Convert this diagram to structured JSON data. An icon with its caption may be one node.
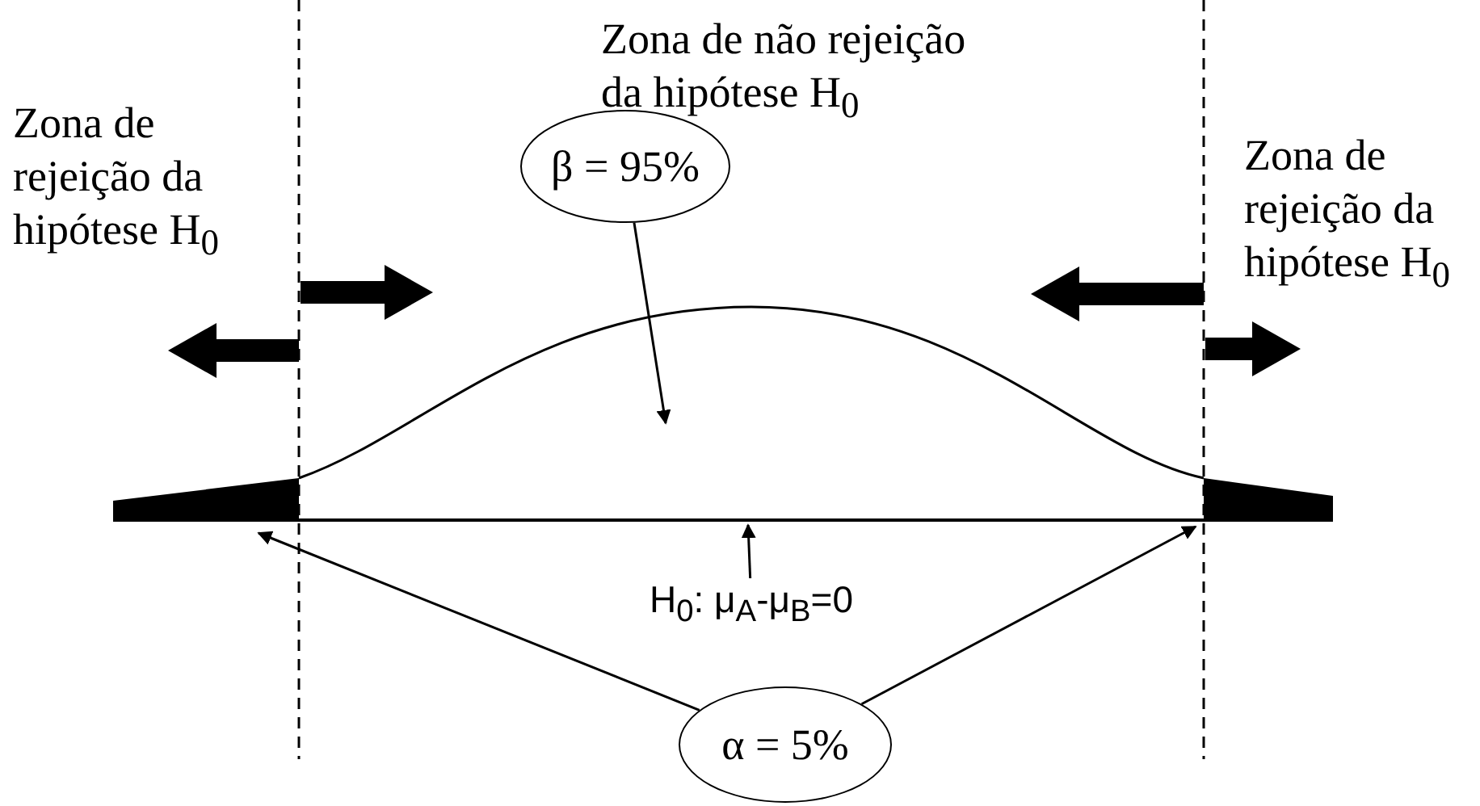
{
  "diagram": {
    "nodes": [
      {
        "text": [
          "β = 95%"
        ]
      },
      {
        "text": [
          "α = 5%"
        ]
      },
      {
        "text": [
          "H$_{0}$: μ$_{A}$-μ$_{B}$=0"
        ]
      }
    ],
    "edges": [
      {
        "from": 0,
        "to": null,
        "arrow": "to"
      },
      {
        "from": 1,
        "to": null,
        "arrow": "to"
      },
      {
        "from": 1,
        "to": null,
        "arrow": "to"
      },
      {
        "from": 2,
        "to": null,
        "arrow": "to"
      }
    ],
    "labels": [
      "Zona de rejeição da hipótese H$_{0}$",
      "Zona de não rejeição da hipótese H$_{0}$",
      "Zona de rejeição da hipótese H$_{0}$"
    ]
  }
}
